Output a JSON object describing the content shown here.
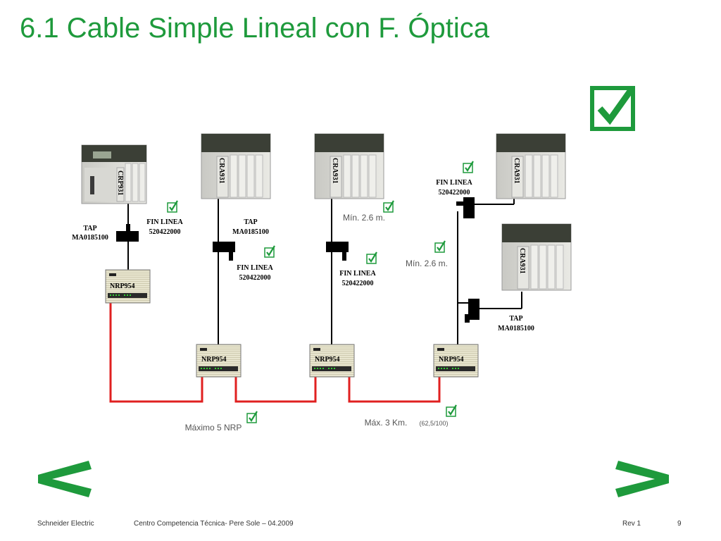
{
  "title": "6.1 Cable Simple Lineal con F. Óptica",
  "devices": {
    "crp": "CRP931",
    "cra": "CRA931",
    "nrp": "NRP954"
  },
  "labels": {
    "tap": "TAP",
    "tap_code": "MA0185100",
    "fin_linea": "FIN LINEA",
    "fin_code": "520422000",
    "min_dist": "Mín. 2.6 m.",
    "max_nrp": "Máximo 5 NRP",
    "max_km": "Máx. 3 Km.",
    "fiber": "(62,5/100)"
  },
  "nav": {
    "prev": "<",
    "next": ">"
  },
  "footer": {
    "company": "Schneider Electric",
    "center": "Centro Competencia Técnica- Pere Sole – 04.2009",
    "rev": "Rev 1",
    "page": "9"
  },
  "colors": {
    "green": "#1e9a3c",
    "fiber": "#e02020"
  }
}
